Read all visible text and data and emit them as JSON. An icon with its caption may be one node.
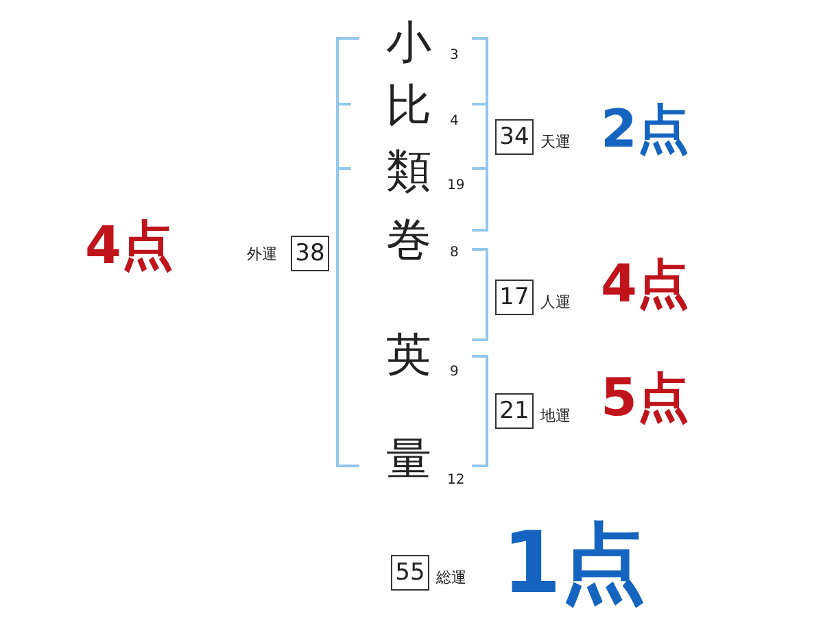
{
  "diagram": {
    "nodes": [
      {
        "text": [
          "38"
        ],
        "beside": [
          "外運",
          "4点"
        ]
      },
      {
        "text": [
          "34"
        ],
        "beside": [
          "天運",
          "2点"
        ]
      },
      {
        "text": [
          "17"
        ],
        "beside": [
          "人運",
          "4点"
        ]
      },
      {
        "text": [
          "21"
        ],
        "beside": [
          "地運",
          "5点"
        ]
      },
      {
        "text": [
          "55"
        ],
        "beside": [
          "総運",
          "1点"
        ]
      }
    ],
    "labels": [
      "小",
      "3",
      "比",
      "4",
      "類",
      "19",
      "巻",
      "8",
      "英",
      "9",
      "量",
      "12"
    ]
  }
}
